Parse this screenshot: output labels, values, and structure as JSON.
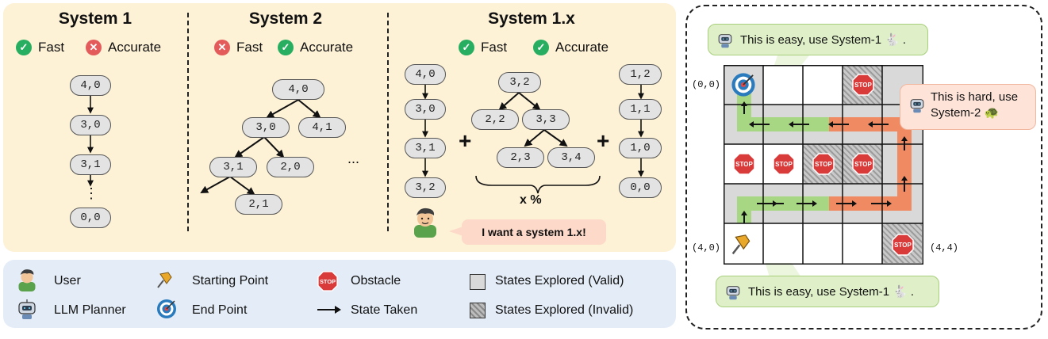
{
  "systems": [
    {
      "title": "System 1",
      "fast": "Fast",
      "accurate": "Accurate"
    },
    {
      "title": "System 2",
      "fast": "Fast",
      "accurate": "Accurate"
    },
    {
      "title": "System 1.x",
      "fast": "Fast",
      "accurate": "Accurate"
    }
  ],
  "sys1_nodes": [
    "4,0",
    "3,0",
    "3,1",
    "0,0"
  ],
  "sys1_dots": "⋮",
  "sys2_nodes": [
    "4,0",
    "3,0",
    "4,1",
    "3,1",
    "2,0",
    "2,1"
  ],
  "sys2_ellipsis": "...",
  "sys1x": {
    "left_nodes": [
      "4,0",
      "3,0",
      "3,1",
      "3,2"
    ],
    "mid_nodes": [
      "3,2",
      "2,2",
      "3,3",
      "2,3",
      "3,4"
    ],
    "right_nodes": [
      "1,2",
      "1,1",
      "1,0",
      "0,0"
    ],
    "plus": "+",
    "percent": "x %",
    "user_says": "I want a system 1.x!"
  },
  "legend": {
    "user": "User",
    "llm_planner": "LLM Planner",
    "starting_point": "Starting Point",
    "end_point": "End Point",
    "obstacle": "Obstacle",
    "state_taken": "State Taken",
    "explored_valid": "States Explored (Valid)",
    "explored_invalid": "States Explored (Invalid)"
  },
  "grid": {
    "corner_00": "(0,0)",
    "corner_40": "(4,0)",
    "corner_44": "(4,4)",
    "stop_text": "STOP",
    "bubble_top": "This is easy, use System-1",
    "bubble_mid_line1": "This is hard, use",
    "bubble_mid_line2": "System-2",
    "bubble_bottom": "This is easy, use System-1",
    "period": "."
  },
  "colors": {
    "green_path": "#a8d783",
    "orange_path": "#f08a63",
    "explored": "#d9d9d9",
    "check": "#27ae60",
    "cross": "#e45b5b",
    "stop": "#d93a3a"
  }
}
